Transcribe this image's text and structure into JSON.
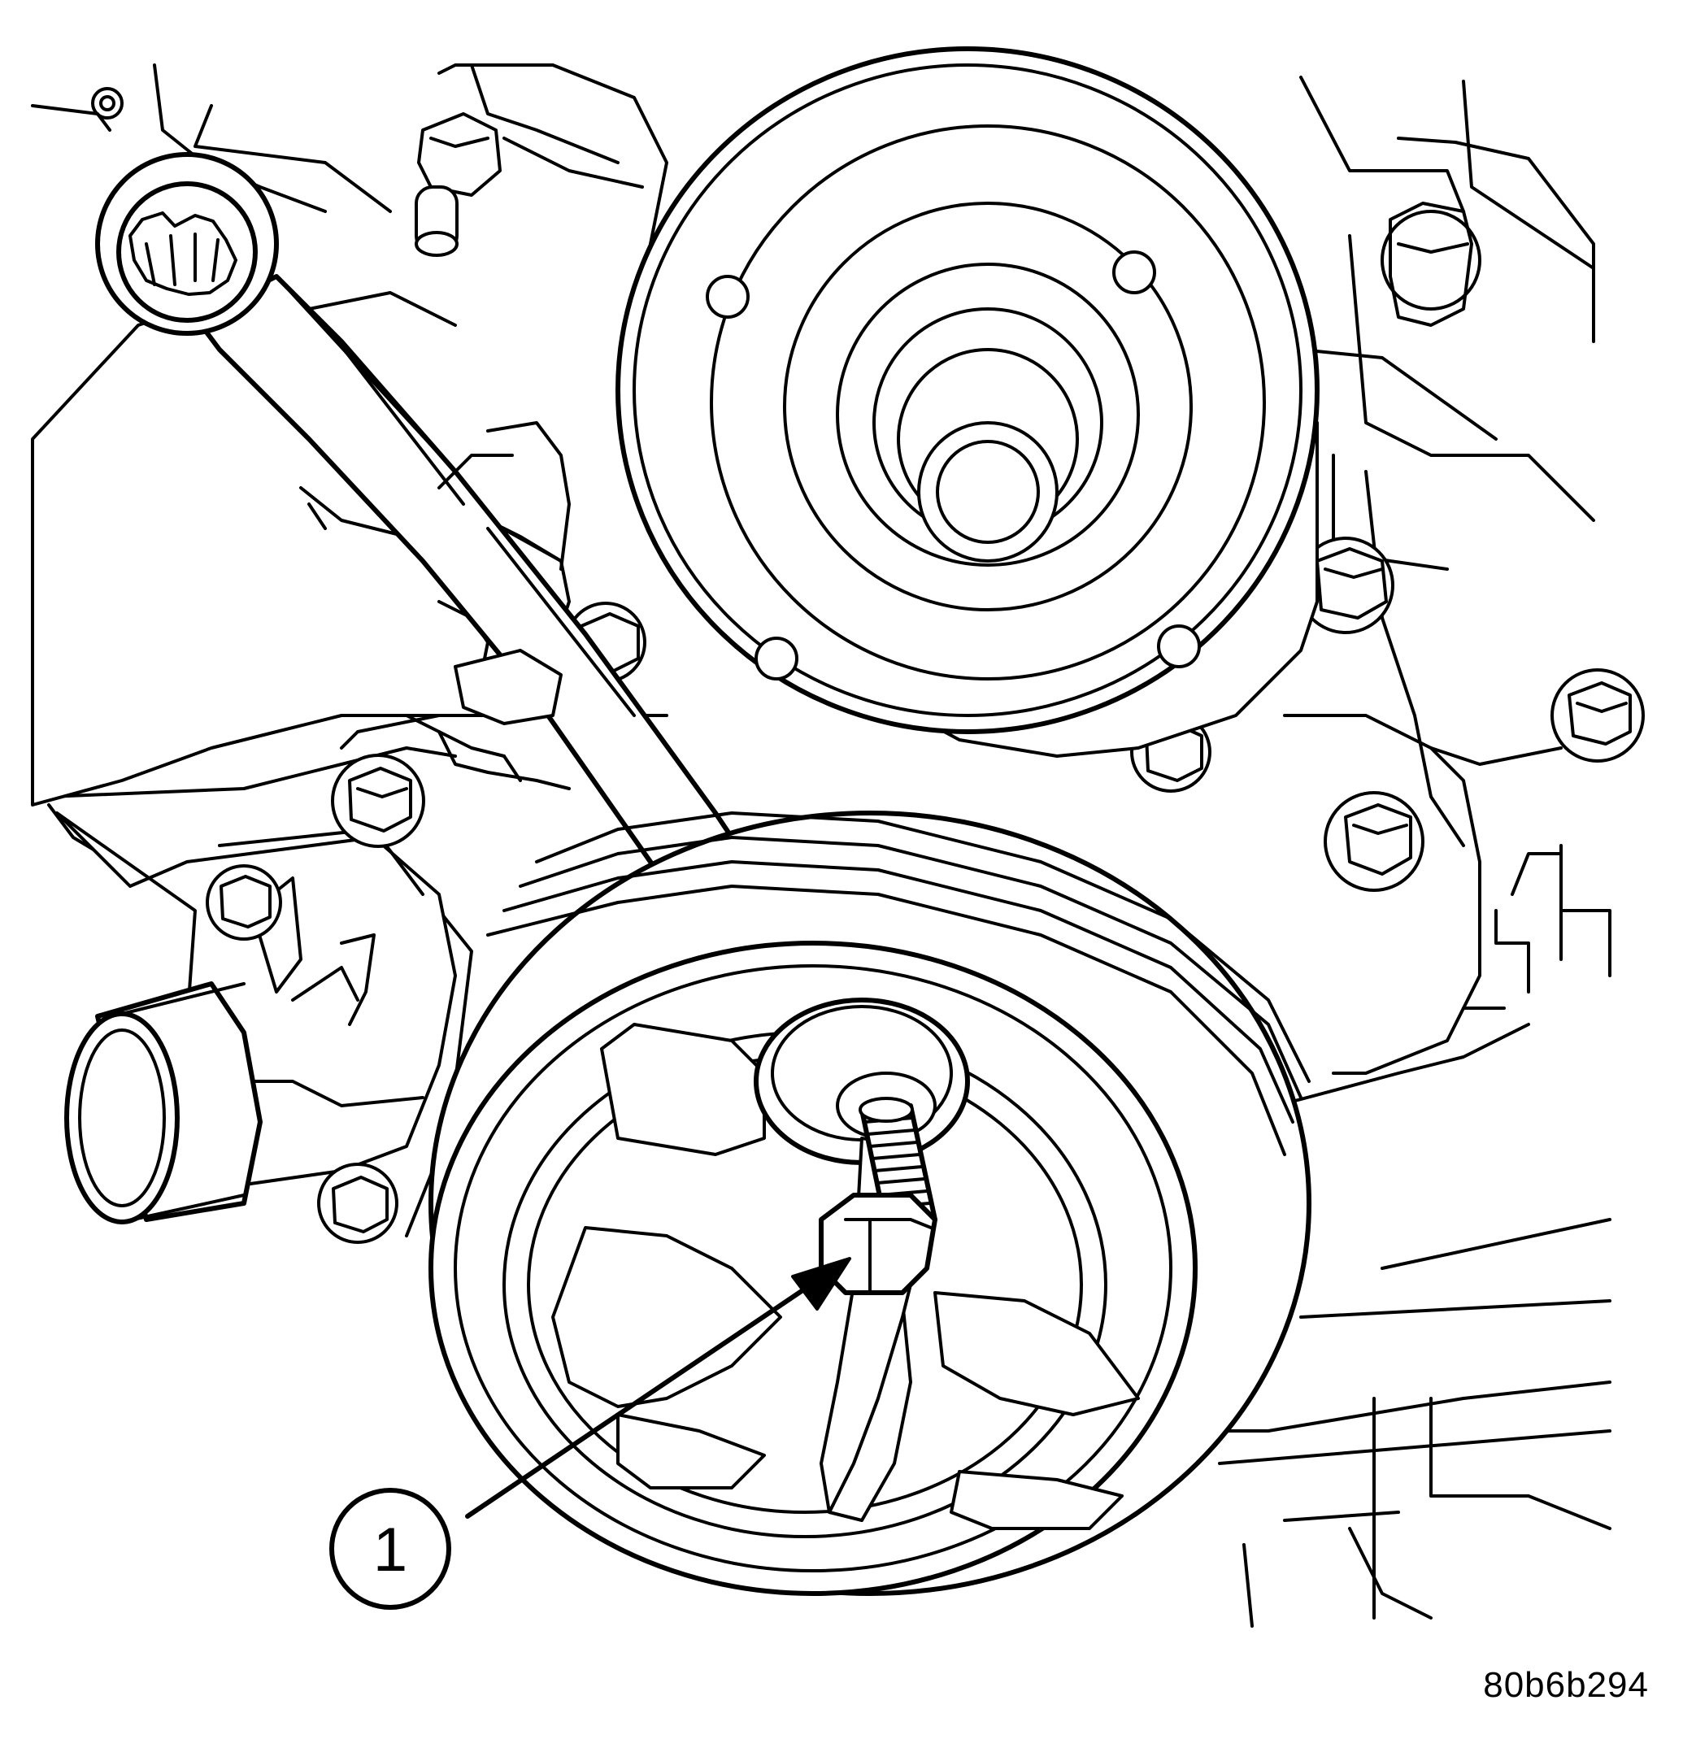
{
  "figure": {
    "callouts": [
      {
        "number": "1",
        "target": "crankshaft-damper-bolt"
      }
    ],
    "figure_id": "80b6b294",
    "line_color": "#000000",
    "background": "#ffffff"
  }
}
